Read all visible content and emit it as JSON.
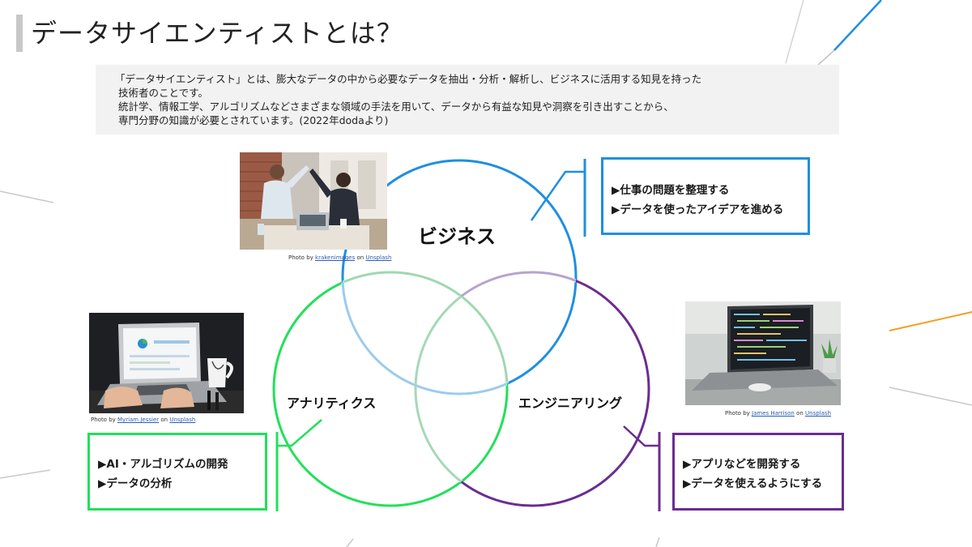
{
  "title": "データサイエンティストとは？",
  "definition": {
    "lines": [
      "「データサイエンティスト」とは、膨大なデータの中から必要なデータを抽出・分析・解析し、ビジネスに活用する知見を持った",
      "技術者のことです。",
      "統計学、情報工学、アルゴリズムなどさまざまな領域の手法を用いて、データから有益な知見や洞察を引き出すことから、",
      "専門分野の知識が必要とされています。(2022年dodaより)"
    ]
  },
  "colors": {
    "business": "#1f8fe0",
    "analytics": "#22e05a",
    "engineering": "#6b2c91"
  },
  "circles": {
    "business": {
      "label": "ビジネス",
      "items": [
        "▶仕事の問題を整理する",
        "▶データを使ったアイデアを進める"
      ],
      "photo_icon": "business-meeting-photo",
      "credit": {
        "prefix": "Photo by ",
        "author": "krakenimages",
        "middle": " on ",
        "site": "Unsplash"
      }
    },
    "analytics": {
      "label": "アナリティクス",
      "items": [
        "▶AI・アルゴリズムの開発",
        "▶データの分析"
      ],
      "photo_icon": "laptop-analytics-photo",
      "credit": {
        "prefix": "Photo by ",
        "author": "Myriam Jessier",
        "middle": " on ",
        "site": "Unsplash"
      }
    },
    "engineering": {
      "label": "エンジニアリング",
      "items": [
        "▶アプリなどを開発する",
        "▶データを使えるようにする"
      ],
      "photo_icon": "laptop-code-photo",
      "credit": {
        "prefix": "Photo by ",
        "author": "James Harrison",
        "middle": " on ",
        "site": "Unsplash"
      }
    }
  }
}
